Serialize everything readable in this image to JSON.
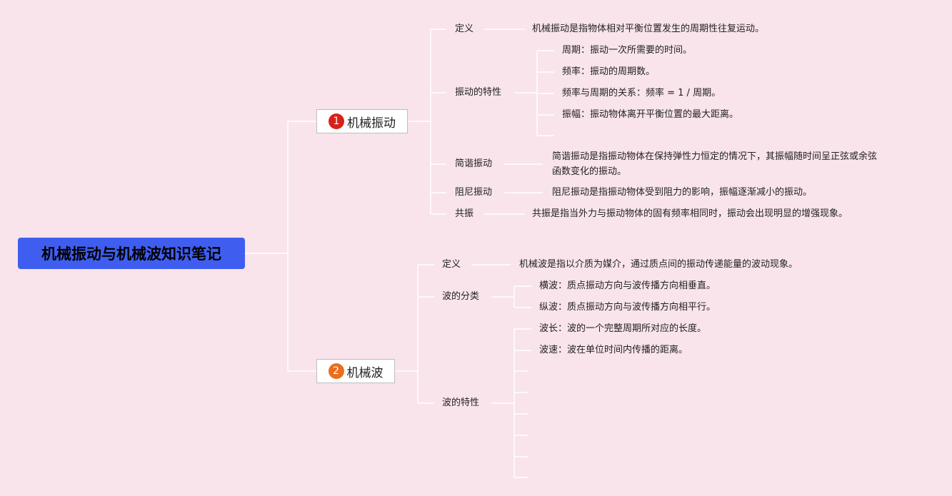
{
  "root": {
    "title": "机械振动与机械波知识笔记"
  },
  "colors": {
    "background": "#f9e4ec",
    "root": "#3f5ef0",
    "badge1": "#d9211b",
    "badge2": "#ea6e1c",
    "line": "#ffffff"
  },
  "branch1": {
    "num": "1",
    "label": "机械振动",
    "def_label": "定义",
    "def_text": "机械振动是指物体相对平衡位置发生的周期性往复运动。",
    "props_label": "振动的特性",
    "props": [
      "周期：振动一次所需要的时间。",
      "频率：振动的周期数。",
      "频率与周期的关系：频率 = 1 / 周期。",
      "振幅：振动物体离开平衡位置的最大距离。"
    ],
    "shm_label": "简谐振动",
    "shm_line1": "简谐振动是指振动物体在保持弹性力恒定的情况下，其振幅随时间呈正弦或余弦",
    "shm_line2": "函数变化的振动。",
    "damp_label": "阻尼振动",
    "damp_text": "阻尼振动是指振动物体受到阻力的影响，振幅逐渐减小的振动。",
    "res_label": "共振",
    "res_text": "共振是指当外力与振动物体的固有频率相同时，振动会出现明显的增强现象。"
  },
  "branch2": {
    "num": "2",
    "label": "机械波",
    "def_label": "定义",
    "def_text": "机械波是指以介质为媒介，通过质点间的振动传递能量的波动现象。",
    "cls_label": "波的分类",
    "cls": [
      "横波：质点振动方向与波传播方向相垂直。",
      "纵波：质点振动方向与波传播方向相平行。"
    ],
    "props_label": "波的特性",
    "props": [
      "波长：波的一个完整周期所对应的长度。",
      "波速：波在单位时间内传播的距离。"
    ]
  }
}
